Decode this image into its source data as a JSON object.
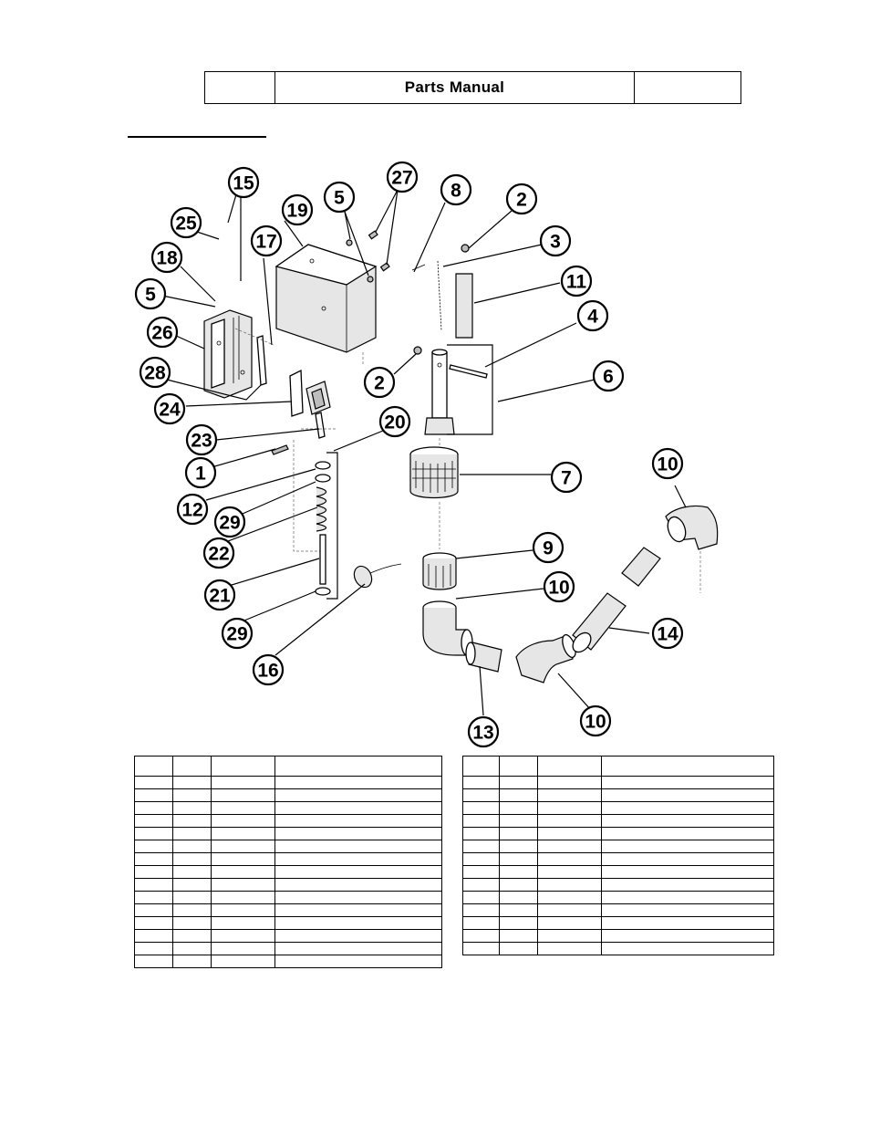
{
  "header": {
    "left_cell": "",
    "title": "Parts Manual",
    "right_cell": ""
  },
  "diagram": {
    "callouts": [
      {
        "id": "c15",
        "label": "15"
      },
      {
        "id": "c25",
        "label": "25"
      },
      {
        "id": "c19",
        "label": "19"
      },
      {
        "id": "c5a",
        "label": "5"
      },
      {
        "id": "c27",
        "label": "27"
      },
      {
        "id": "c8",
        "label": "8"
      },
      {
        "id": "c2a",
        "label": "2"
      },
      {
        "id": "c3",
        "label": "3"
      },
      {
        "id": "c11",
        "label": "11"
      },
      {
        "id": "c18",
        "label": "18"
      },
      {
        "id": "c17",
        "label": "17"
      },
      {
        "id": "c5b",
        "label": "5"
      },
      {
        "id": "c26",
        "label": "26"
      },
      {
        "id": "c4",
        "label": "4"
      },
      {
        "id": "c28",
        "label": "28"
      },
      {
        "id": "c2b",
        "label": "2"
      },
      {
        "id": "c6",
        "label": "6"
      },
      {
        "id": "c24",
        "label": "24"
      },
      {
        "id": "c20",
        "label": "20"
      },
      {
        "id": "c23",
        "label": "23"
      },
      {
        "id": "c10a",
        "label": "10"
      },
      {
        "id": "c1",
        "label": "1"
      },
      {
        "id": "c7",
        "label": "7"
      },
      {
        "id": "c12",
        "label": "12"
      },
      {
        "id": "c29a",
        "label": "29"
      },
      {
        "id": "c9",
        "label": "9"
      },
      {
        "id": "c22",
        "label": "22"
      },
      {
        "id": "c10b",
        "label": "10"
      },
      {
        "id": "c21",
        "label": "21"
      },
      {
        "id": "c14",
        "label": "14"
      },
      {
        "id": "c29b",
        "label": "29"
      },
      {
        "id": "c16",
        "label": "16"
      },
      {
        "id": "c13",
        "label": "13"
      },
      {
        "id": "c10c",
        "label": "10"
      }
    ]
  },
  "tables": {
    "left_rows": 16,
    "right_rows": 15
  }
}
